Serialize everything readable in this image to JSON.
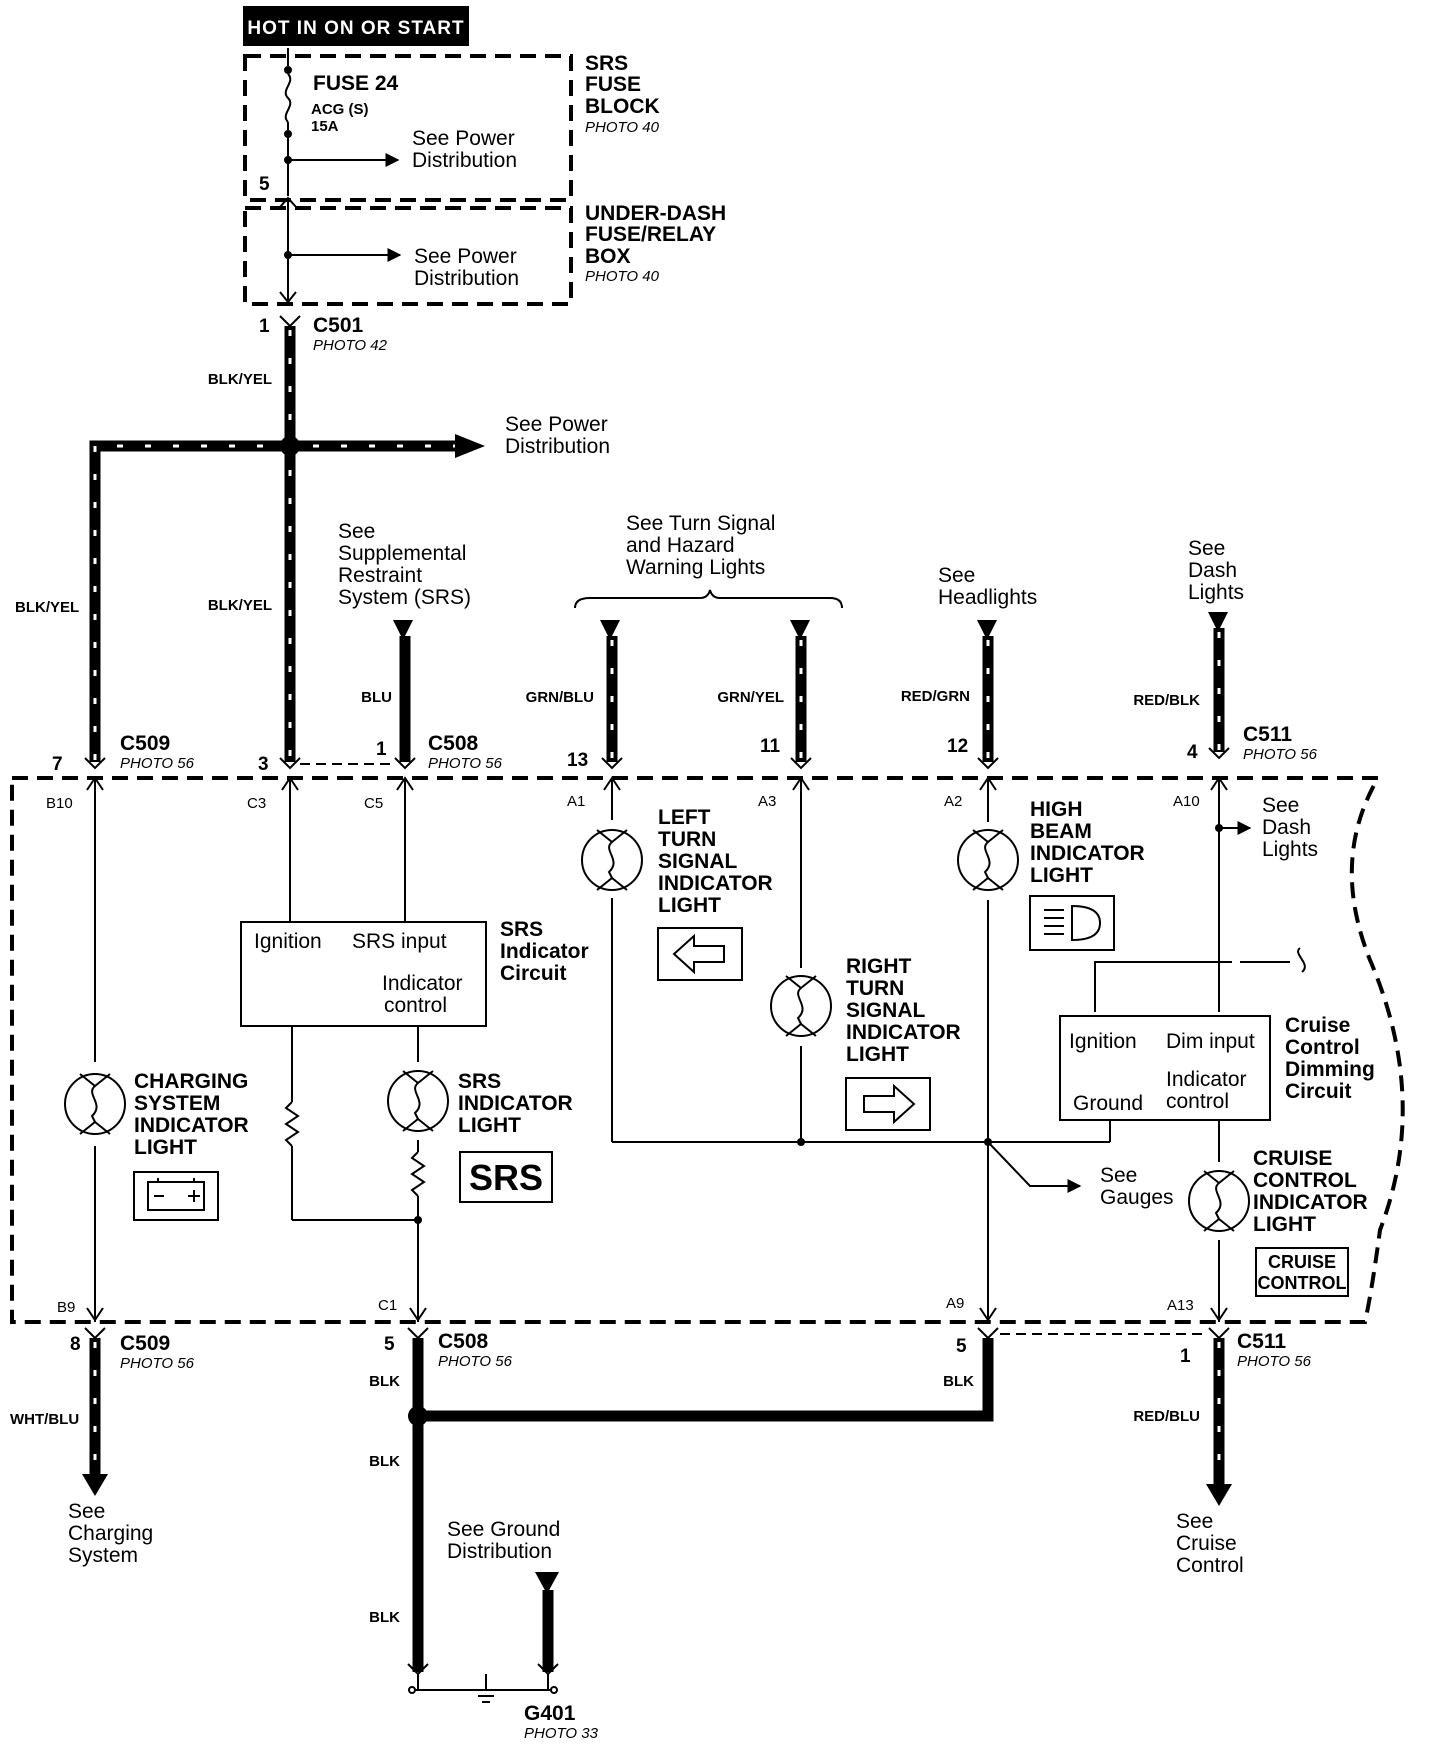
{
  "title_box": "HOT IN ON OR START",
  "fuse": {
    "name": "FUSE 24",
    "circuit": "ACG (S)",
    "rating": "15A",
    "pin": "5"
  },
  "srs_fuse_block": {
    "line1": "SRS",
    "line2": "FUSE",
    "line3": "BLOCK",
    "photo": "PHOTO 40"
  },
  "underdash_box": {
    "line1": "UNDER-DASH",
    "line2": "FUSE/RELAY",
    "line3": "BOX",
    "photo": "PHOTO 40"
  },
  "see_power_a": {
    "line1": "See Power",
    "line2": "Distribution"
  },
  "see_power_b": {
    "line1": "See Power",
    "line2": "Distribution"
  },
  "see_power_c": {
    "line1": "See Power",
    "line2": "Distribution"
  },
  "c501": {
    "name": "C501",
    "photo": "PHOTO 42",
    "pin": "1"
  },
  "wires": {
    "blk_yel_top": "BLK/YEL",
    "blk_yel_left": "BLK/YEL",
    "blk_yel_mid": "BLK/YEL",
    "blu": "BLU",
    "grn_blu": "GRN/BLU",
    "grn_yel": "GRN/YEL",
    "red_grn": "RED/GRN",
    "red_blk": "RED/BLK",
    "wht_blu": "WHT/BLU",
    "blk_c508": "BLK",
    "blk_right": "BLK",
    "blk_mid": "BLK",
    "blk_low": "BLK",
    "red_blu": "RED/BLU"
  },
  "see_srs": {
    "line1": "See",
    "line2": "Supplemental",
    "line3": "Restraint",
    "line4": "System (SRS)"
  },
  "see_turn": {
    "line1": "See Turn Signal",
    "line2": "and Hazard",
    "line3": "Warning Lights"
  },
  "see_headlights": {
    "line1": "See",
    "line2": "Headlights"
  },
  "see_dash_top": {
    "line1": "See",
    "line2": "Dash",
    "line3": "Lights"
  },
  "see_dash_inner": {
    "line1": "See",
    "line2": "Dash",
    "line3": "Lights"
  },
  "top_connectors": {
    "c509": {
      "name": "C509",
      "photo": "PHOTO 56",
      "pin": "7"
    },
    "c508": {
      "name": "C508",
      "photo": "PHOTO 56",
      "pin_a": "3",
      "pin_b": "1"
    },
    "pin13": "13",
    "pin11": "11",
    "pin12": "12",
    "c511": {
      "name": "C511",
      "photo": "PHOTO 56",
      "pin": "4"
    }
  },
  "gauge_pins": {
    "b10": "B10",
    "c3": "C3",
    "c5": "C5",
    "a1": "A1",
    "a3": "A3",
    "a2": "A2",
    "a10": "A10",
    "b9": "B9",
    "c1": "C1",
    "a9": "A9",
    "a13": "A13"
  },
  "left_turn": {
    "line1": "LEFT",
    "line2": "TURN",
    "line3": "SIGNAL",
    "line4": "INDICATOR",
    "line5": "LIGHT"
  },
  "right_turn": {
    "line1": "RIGHT",
    "line2": "TURN",
    "line3": "SIGNAL",
    "line4": "INDICATOR",
    "line5": "LIGHT"
  },
  "high_beam": {
    "line1": "HIGH",
    "line2": "BEAM",
    "line3": "INDICATOR",
    "line4": "LIGHT"
  },
  "charging": {
    "line1": "CHARGING",
    "line2": "SYSTEM",
    "line3": "INDICATOR",
    "line4": "LIGHT"
  },
  "srs_light": {
    "line1": "SRS",
    "line2": "INDICATOR",
    "line3": "LIGHT",
    "badge": "SRS"
  },
  "cruise_light": {
    "line1": "CRUISE",
    "line2": "CONTROL",
    "line3": "INDICATOR",
    "line4": "LIGHT",
    "badge1": "CRUISE",
    "badge2": "CONTROL"
  },
  "srs_circuit": {
    "ignition": "Ignition",
    "srs_input": "SRS input",
    "indicator": "Indicator",
    "control": "control",
    "title1": "SRS",
    "title2": "Indicator",
    "title3": "Circuit"
  },
  "cruise_circuit": {
    "ignition": "Ignition",
    "dim_input": "Dim input",
    "indicator": "Indicator",
    "ground": "Ground",
    "control": "control",
    "title1": "Cruise",
    "title2": "Control",
    "title3": "Dimming",
    "title4": "Circuit"
  },
  "see_gauges": {
    "line1": "See",
    "line2": "Gauges"
  },
  "bottom_connectors": {
    "c509": {
      "name": "C509",
      "photo": "PHOTO 56",
      "pin": "8"
    },
    "c508": {
      "name": "C508",
      "photo": "PHOTO 56",
      "pin": "5"
    },
    "pin5": "5",
    "c511": {
      "name": "C511",
      "photo": "PHOTO 56",
      "pin": "1"
    }
  },
  "see_charging": {
    "line1": "See",
    "line2": "Charging",
    "line3": "System"
  },
  "see_ground": {
    "line1": "See Ground",
    "line2": "Distribution"
  },
  "see_cruise": {
    "line1": "See",
    "line2": "Cruise",
    "line3": "Control"
  },
  "g401": {
    "name": "G401",
    "photo": "PHOTO 33"
  }
}
